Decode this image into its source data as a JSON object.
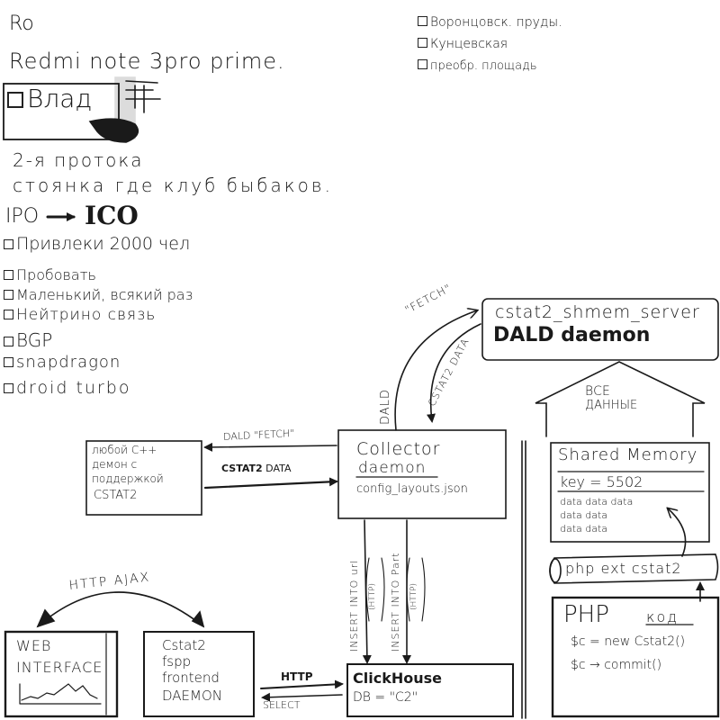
{
  "notes": {
    "ro": "Ro",
    "redmi": "Redmi note 3pro prime.",
    "vlad": "Влад",
    "protoka": "2-я протока",
    "stoyanka": "стоянка где клуб быбаков.",
    "ipo": "IPO",
    "ico": "ICO",
    "todo": [
      {
        "text": "Привлеки 2000 чел"
      },
      {
        "text": "Пробовать"
      },
      {
        "text": "Маленький, всякий раз"
      },
      {
        "text": "Нейтрино связь"
      },
      {
        "text": "BGP"
      },
      {
        "text": "snapdragon"
      },
      {
        "text": "droid turbo"
      }
    ],
    "places": [
      {
        "text": "Воронцовск. пруды."
      },
      {
        "text": "Кунцевская"
      },
      {
        "text": "преобр. площадь"
      }
    ]
  },
  "diagram": {
    "shmem_server": {
      "line1": "cstat2_shmem_server",
      "line2": "DALD daemon"
    },
    "fetch_top": "\"FETCH\"",
    "cstat2_data_diag": "CSTAT2 DATA",
    "dald_vertical": "DALD",
    "vse_dannye": {
      "line1": "ВСЕ",
      "line2": "ДАННЫЕ"
    },
    "cpp_daemon": [
      "любой C++",
      "демон с",
      "поддержкой",
      "CSTAT2"
    ],
    "dald_fetch": "DALD \"FETCH\"",
    "cstat2_data": {
      "bold": "CSTAT2",
      "rest": "DATA"
    },
    "collector": {
      "line1": "Collector",
      "line2": "daemon",
      "line3": "config_layouts.json"
    },
    "shared_memory": {
      "title": "Shared Memory",
      "key": "key = 5502",
      "rows": [
        "data data data",
        "data data",
        "data data"
      ]
    },
    "php_ext": "php ext cstat2",
    "php_code": {
      "title1": "PHP",
      "title2": "код",
      "line1": "$c = new Cstat2()",
      "line2": "$c → commit()"
    },
    "insert_url": "INSERT INTO url",
    "http1": "(HTTP)",
    "insert_part": "INSERT INTO Part",
    "http2": "(HTTP)",
    "http_ajax": "HTTP AJAX",
    "web_interface": {
      "line1": "WEB",
      "line2": "INTERFACE"
    },
    "frontend": [
      "Cstat2",
      "fspp",
      "frontend",
      "DAEMON"
    ],
    "http_label": "HTTP",
    "select_label": "SELECT",
    "clickhouse": {
      "line1": "ClickHouse",
      "line2": "DB = \"C2\""
    }
  }
}
